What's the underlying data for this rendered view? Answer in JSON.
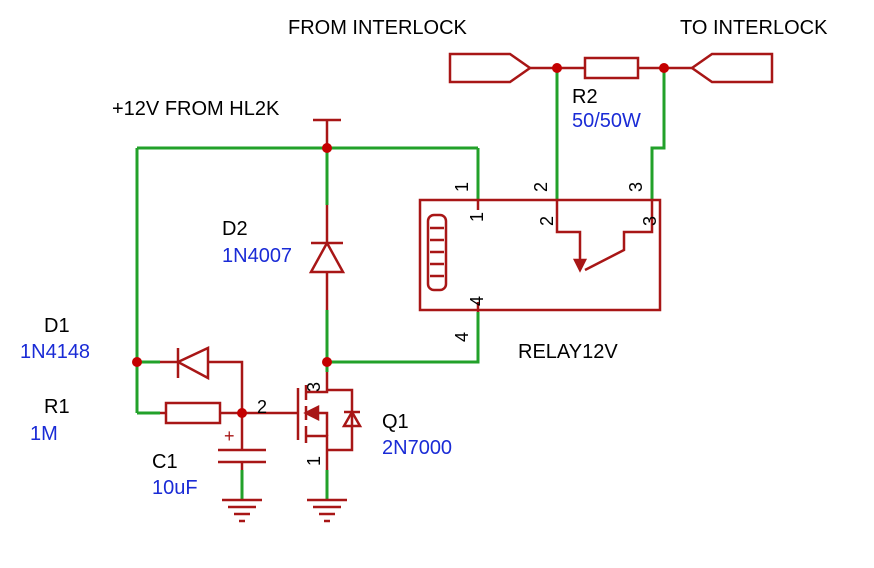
{
  "colors": {
    "wire": "#22a12a",
    "symbol": "#a81616",
    "junction": "#c40000",
    "label": "#000000",
    "value": "#1a2bd6"
  },
  "labels": {
    "from_interlock": "FROM INTERLOCK",
    "to_interlock": "TO INTERLOCK",
    "supply": "+12V FROM HL2K"
  },
  "components": {
    "r2": {
      "ref": "R2",
      "value": "50/50W"
    },
    "d2": {
      "ref": "D2",
      "value": "1N4007"
    },
    "d1": {
      "ref": "D1",
      "value": "1N4148"
    },
    "r1": {
      "ref": "R1",
      "value": "1M"
    },
    "c1": {
      "ref": "C1",
      "value": "10uF",
      "polarity": "+"
    },
    "q1": {
      "ref": "Q1",
      "value": "2N7000"
    },
    "relay": {
      "ref": "RELAY12V"
    }
  },
  "pins": {
    "relay_outer_1": "1",
    "relay_outer_2": "2",
    "relay_outer_3": "3",
    "relay_outer_4": "4",
    "relay_inner_1": "1",
    "relay_inner_2": "2",
    "relay_inner_3": "3",
    "relay_inner_4": "4",
    "q1_gate": "2",
    "q1_drain": "3",
    "q1_source": "1"
  }
}
